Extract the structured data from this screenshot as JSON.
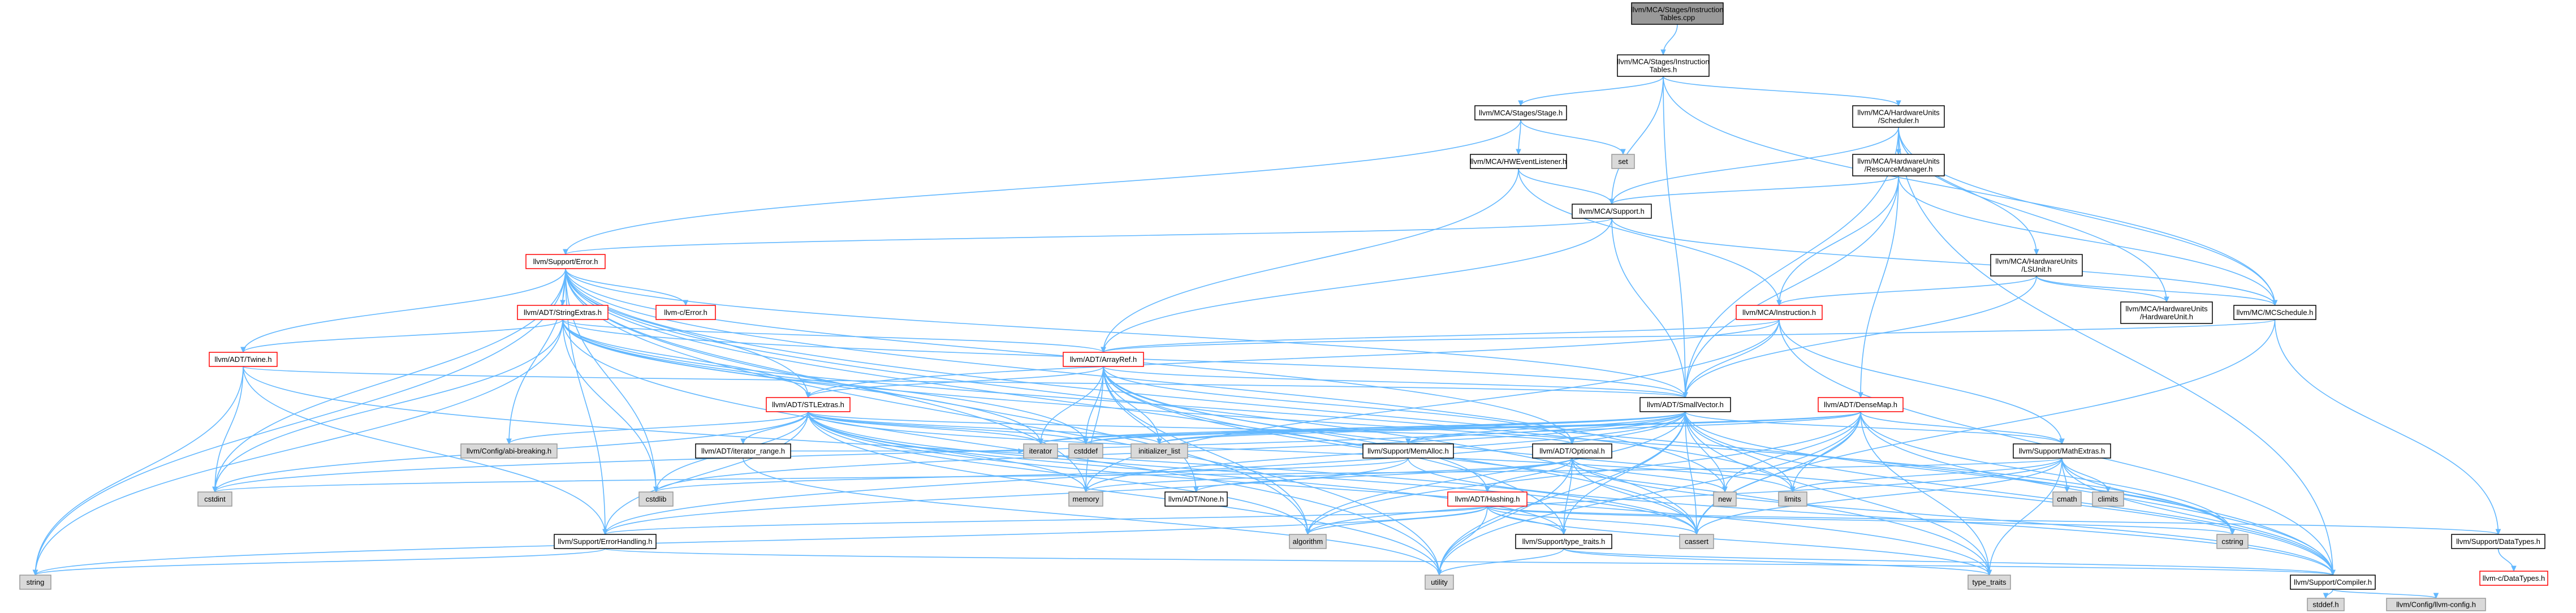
{
  "graph": {
    "colors": {
      "edge": "#63b8ff",
      "node_border": "#000000",
      "red_border": "#ff0000",
      "gray_fill": "#d9d9d9",
      "gray_border": "#999999",
      "root_fill": "#999999",
      "white_fill": "#ffffff"
    },
    "nodes": [
      {
        "id": "root",
        "lines": [
          "llvm/MCA/Stages/Instruction",
          "Tables.cpp"
        ],
        "style": "root"
      },
      {
        "id": "ith",
        "lines": [
          "llvm/MCA/Stages/Instruction",
          "Tables.h"
        ],
        "style": "normal"
      },
      {
        "id": "stage",
        "lines": [
          "llvm/MCA/Stages/Stage.h"
        ],
        "style": "normal"
      },
      {
        "id": "set",
        "lines": [
          "set"
        ],
        "style": "gray"
      },
      {
        "id": "hwel",
        "lines": [
          "llvm/MCA/HWEventListener.h"
        ],
        "style": "normal"
      },
      {
        "id": "sched",
        "lines": [
          "llvm/MCA/HardwareUnits",
          "/Scheduler.h"
        ],
        "style": "normal"
      },
      {
        "id": "rm",
        "lines": [
          "llvm/MCA/HardwareUnits",
          "/ResourceManager.h"
        ],
        "style": "normal"
      },
      {
        "id": "support",
        "lines": [
          "llvm/MCA/Support.h"
        ],
        "style": "normal"
      },
      {
        "id": "lsunit",
        "lines": [
          "llvm/MCA/HardwareUnits",
          "/LSUnit.h"
        ],
        "style": "normal"
      },
      {
        "id": "hwunit",
        "lines": [
          "llvm/MCA/HardwareUnits",
          "/HardwareUnit.h"
        ],
        "style": "normal"
      },
      {
        "id": "mcsched",
        "lines": [
          "llvm/MC/MCSchedule.h"
        ],
        "style": "normal"
      },
      {
        "id": "error",
        "lines": [
          "llvm/Support/Error.h"
        ],
        "style": "red"
      },
      {
        "id": "instr",
        "lines": [
          "llvm/MCA/Instruction.h"
        ],
        "style": "red"
      },
      {
        "id": "strextras",
        "lines": [
          "llvm/ADT/StringExtras.h"
        ],
        "style": "red"
      },
      {
        "id": "cerror",
        "lines": [
          "llvm-c/Error.h"
        ],
        "style": "red"
      },
      {
        "id": "twine",
        "lines": [
          "llvm/ADT/Twine.h"
        ],
        "style": "red"
      },
      {
        "id": "arrayref",
        "lines": [
          "llvm/ADT/ArrayRef.h"
        ],
        "style": "red"
      },
      {
        "id": "stlextras",
        "lines": [
          "llvm/ADT/STLExtras.h"
        ],
        "style": "red"
      },
      {
        "id": "smallvec",
        "lines": [
          "llvm/ADT/SmallVector.h"
        ],
        "style": "normal"
      },
      {
        "id": "densemap",
        "lines": [
          "llvm/ADT/DenseMap.h"
        ],
        "style": "red"
      },
      {
        "id": "abibreak",
        "lines": [
          "llvm/Config/abi-breaking.h"
        ],
        "style": "gray"
      },
      {
        "id": "iterrange",
        "lines": [
          "llvm/ADT/iterator_range.h"
        ],
        "style": "normal"
      },
      {
        "id": "iterator",
        "lines": [
          "iterator"
        ],
        "style": "gray"
      },
      {
        "id": "cstddef",
        "lines": [
          "cstddef"
        ],
        "style": "gray"
      },
      {
        "id": "initlist",
        "lines": [
          "initializer_list"
        ],
        "style": "gray"
      },
      {
        "id": "memalloc",
        "lines": [
          "llvm/Support/MemAlloc.h"
        ],
        "style": "normal"
      },
      {
        "id": "optional",
        "lines": [
          "llvm/ADT/Optional.h"
        ],
        "style": "normal"
      },
      {
        "id": "mathextras",
        "lines": [
          "llvm/Support/MathExtras.h"
        ],
        "style": "normal"
      },
      {
        "id": "cstdint",
        "lines": [
          "cstdint"
        ],
        "style": "gray"
      },
      {
        "id": "cstdlib",
        "lines": [
          "cstdlib"
        ],
        "style": "gray"
      },
      {
        "id": "memory",
        "lines": [
          "memory"
        ],
        "style": "gray"
      },
      {
        "id": "none",
        "lines": [
          "llvm/ADT/None.h"
        ],
        "style": "normal"
      },
      {
        "id": "hashing",
        "lines": [
          "llvm/ADT/Hashing.h"
        ],
        "style": "red"
      },
      {
        "id": "new",
        "lines": [
          "new"
        ],
        "style": "gray"
      },
      {
        "id": "limits",
        "lines": [
          "limits"
        ],
        "style": "gray"
      },
      {
        "id": "cmath",
        "lines": [
          "cmath"
        ],
        "style": "gray"
      },
      {
        "id": "climits",
        "lines": [
          "climits"
        ],
        "style": "gray"
      },
      {
        "id": "errhandling",
        "lines": [
          "llvm/Support/ErrorHandling.h"
        ],
        "style": "normal"
      },
      {
        "id": "algorithm",
        "lines": [
          "algorithm"
        ],
        "style": "gray"
      },
      {
        "id": "typetraitsh",
        "lines": [
          "llvm/Support/type_traits.h"
        ],
        "style": "normal"
      },
      {
        "id": "cassert",
        "lines": [
          "cassert"
        ],
        "style": "gray"
      },
      {
        "id": "cstring",
        "lines": [
          "cstring"
        ],
        "style": "gray"
      },
      {
        "id": "datatypes",
        "lines": [
          "llvm/Support/DataTypes.h"
        ],
        "style": "normal"
      },
      {
        "id": "string",
        "lines": [
          "string"
        ],
        "style": "gray"
      },
      {
        "id": "utility",
        "lines": [
          "utility"
        ],
        "style": "gray"
      },
      {
        "id": "typetraits",
        "lines": [
          "type_traits"
        ],
        "style": "gray"
      },
      {
        "id": "compiler",
        "lines": [
          "llvm/Support/Compiler.h"
        ],
        "style": "normal"
      },
      {
        "id": "cdatatypes",
        "lines": [
          "llvm-c/DataTypes.h"
        ],
        "style": "red"
      },
      {
        "id": "stddef",
        "lines": [
          "stddef.h"
        ],
        "style": "gray"
      },
      {
        "id": "llvmconfig",
        "lines": [
          "llvm/Config/llvm-config.h"
        ],
        "style": "gray"
      }
    ],
    "edges": [
      [
        "root",
        "ith"
      ],
      [
        "ith",
        "stage"
      ],
      [
        "ith",
        "sched"
      ],
      [
        "ith",
        "support"
      ],
      [
        "ith",
        "mcsched"
      ],
      [
        "ith",
        "smallvec"
      ],
      [
        "stage",
        "set"
      ],
      [
        "stage",
        "hwel"
      ],
      [
        "stage",
        "error"
      ],
      [
        "hwel",
        "support"
      ],
      [
        "hwel",
        "instr"
      ],
      [
        "hwel",
        "arrayref"
      ],
      [
        "sched",
        "rm"
      ],
      [
        "sched",
        "support"
      ],
      [
        "sched",
        "lsunit"
      ],
      [
        "sched",
        "hwunit"
      ],
      [
        "sched",
        "mcsched"
      ],
      [
        "sched",
        "smallvec"
      ],
      [
        "sched",
        "compiler"
      ],
      [
        "rm",
        "support"
      ],
      [
        "rm",
        "instr"
      ],
      [
        "rm",
        "mcsched"
      ],
      [
        "rm",
        "densemap"
      ],
      [
        "rm",
        "smallvec"
      ],
      [
        "support",
        "error"
      ],
      [
        "support",
        "arrayref"
      ],
      [
        "support",
        "smallvec"
      ],
      [
        "support",
        "mcsched"
      ],
      [
        "lsunit",
        "hwunit"
      ],
      [
        "lsunit",
        "instr"
      ],
      [
        "lsunit",
        "mcsched"
      ],
      [
        "lsunit",
        "smallvec"
      ],
      [
        "mcsched",
        "datatypes"
      ],
      [
        "mcsched",
        "cassert"
      ],
      [
        "mcsched",
        "arrayref"
      ],
      [
        "instr",
        "arrayref"
      ],
      [
        "instr",
        "smallvec"
      ],
      [
        "instr",
        "mathextras"
      ],
      [
        "instr",
        "compiler"
      ],
      [
        "instr",
        "memory"
      ],
      [
        "instr",
        "stlextras"
      ],
      [
        "error",
        "strextras"
      ],
      [
        "error",
        "cerror"
      ],
      [
        "error",
        "twine"
      ],
      [
        "error",
        "stlextras"
      ],
      [
        "error",
        "smallvec"
      ],
      [
        "error",
        "abibreak"
      ],
      [
        "error",
        "errhandling"
      ],
      [
        "error",
        "typetraitsh"
      ],
      [
        "error",
        "compiler"
      ],
      [
        "error",
        "algorithm"
      ],
      [
        "error",
        "cassert"
      ],
      [
        "error",
        "cstdint"
      ],
      [
        "error",
        "cstdlib"
      ],
      [
        "error",
        "memory"
      ],
      [
        "error",
        "string"
      ],
      [
        "error",
        "utility"
      ],
      [
        "error",
        "new"
      ],
      [
        "error",
        "optional"
      ],
      [
        "strextras",
        "arrayref"
      ],
      [
        "strextras",
        "smallvec"
      ],
      [
        "strextras",
        "twine"
      ],
      [
        "strextras",
        "iterator"
      ],
      [
        "strextras",
        "cstddef"
      ],
      [
        "strextras",
        "cstdint"
      ],
      [
        "strextras",
        "cstdlib"
      ],
      [
        "strextras",
        "cstring"
      ],
      [
        "strextras",
        "string"
      ],
      [
        "strextras",
        "utility"
      ],
      [
        "strextras",
        "limits"
      ],
      [
        "strextras",
        "stlextras"
      ],
      [
        "twine",
        "smallvec"
      ],
      [
        "twine",
        "errhandling"
      ],
      [
        "twine",
        "cassert"
      ],
      [
        "twine",
        "cstdint"
      ],
      [
        "twine",
        "string"
      ],
      [
        "arrayref",
        "hashing"
      ],
      [
        "arrayref",
        "none"
      ],
      [
        "arrayref",
        "smallvec"
      ],
      [
        "arrayref",
        "stlextras"
      ],
      [
        "arrayref",
        "compiler"
      ],
      [
        "arrayref",
        "algorithm"
      ],
      [
        "arrayref",
        "cassert"
      ],
      [
        "arrayref",
        "cstddef"
      ],
      [
        "arrayref",
        "initlist"
      ],
      [
        "arrayref",
        "iterator"
      ],
      [
        "arrayref",
        "memory"
      ],
      [
        "arrayref",
        "typetraits"
      ],
      [
        "arrayref",
        "vector_dummy"
      ],
      [
        "arrayref",
        "optional"
      ],
      [
        "stlextras",
        "abibreak"
      ],
      [
        "stlextras",
        "iterrange"
      ],
      [
        "stlextras",
        "iterator"
      ],
      [
        "stlextras",
        "cstddef"
      ],
      [
        "stlextras",
        "initlist"
      ],
      [
        "stlextras",
        "optional"
      ],
      [
        "stlextras",
        "errhandling"
      ],
      [
        "stlextras",
        "algorithm"
      ],
      [
        "stlextras",
        "cassert"
      ],
      [
        "stlextras",
        "cstdint"
      ],
      [
        "stlextras",
        "cstdlib"
      ],
      [
        "stlextras",
        "limits"
      ],
      [
        "stlextras",
        "memory"
      ],
      [
        "stlextras",
        "utility"
      ],
      [
        "stlextras",
        "typetraits"
      ],
      [
        "stlextras",
        "typetraitsh"
      ],
      [
        "smallvec",
        "compiler"
      ],
      [
        "smallvec",
        "typetraitsh"
      ],
      [
        "smallvec",
        "memalloc"
      ],
      [
        "smallvec",
        "iterator"
      ],
      [
        "smallvec",
        "cstddef"
      ],
      [
        "smallvec",
        "initlist"
      ],
      [
        "smallvec",
        "algorithm"
      ],
      [
        "smallvec",
        "cassert"
      ],
      [
        "smallvec",
        "cstdint"
      ],
      [
        "smallvec",
        "cstdlib"
      ],
      [
        "smallvec",
        "cstring"
      ],
      [
        "smallvec",
        "functional_dummy"
      ],
      [
        "smallvec",
        "limits"
      ],
      [
        "smallvec",
        "memory"
      ],
      [
        "smallvec",
        "new"
      ],
      [
        "smallvec",
        "typetraits"
      ],
      [
        "smallvec",
        "utility"
      ],
      [
        "smallvec",
        "errhandling"
      ],
      [
        "smallvec",
        "mathextras"
      ],
      [
        "densemap",
        "mathextras"
      ],
      [
        "densemap",
        "memalloc"
      ],
      [
        "densemap",
        "compiler"
      ],
      [
        "densemap",
        "iterator"
      ],
      [
        "densemap",
        "cstddef"
      ],
      [
        "densemap",
        "initlist"
      ],
      [
        "densemap",
        "algorithm"
      ],
      [
        "densemap",
        "cassert"
      ],
      [
        "densemap",
        "new"
      ],
      [
        "densemap",
        "utility"
      ],
      [
        "densemap",
        "typetraits"
      ],
      [
        "densemap",
        "limits"
      ],
      [
        "densemap",
        "cstring"
      ],
      [
        "iterrange",
        "utility"
      ],
      [
        "iterrange",
        "iterator"
      ],
      [
        "memalloc",
        "compiler"
      ],
      [
        "memalloc",
        "errhandling"
      ],
      [
        "memalloc",
        "cstdlib"
      ],
      [
        "optional",
        "none"
      ],
      [
        "optional",
        "hashing"
      ],
      [
        "optional",
        "compiler"
      ],
      [
        "optional",
        "typetraitsh"
      ],
      [
        "optional",
        "cassert"
      ],
      [
        "optional",
        "memory"
      ],
      [
        "optional",
        "new"
      ],
      [
        "optional",
        "utility"
      ],
      [
        "mathextras",
        "compiler"
      ],
      [
        "mathextras",
        "algorithm"
      ],
      [
        "mathextras",
        "cassert"
      ],
      [
        "mathextras",
        "climits"
      ],
      [
        "mathextras",
        "cmath"
      ],
      [
        "mathextras",
        "cstdint"
      ],
      [
        "mathextras",
        "cstring"
      ],
      [
        "mathextras",
        "limits"
      ],
      [
        "mathextras",
        "typetraits"
      ],
      [
        "hashing",
        "datatypes"
      ],
      [
        "hashing",
        "errhandling"
      ],
      [
        "hashing",
        "typetraitsh"
      ],
      [
        "hashing",
        "algorithm"
      ],
      [
        "hashing",
        "cassert"
      ],
      [
        "hashing",
        "cstring"
      ],
      [
        "hashing",
        "string"
      ],
      [
        "hashing",
        "utility"
      ],
      [
        "hashing",
        "typetraits"
      ],
      [
        "errhandling",
        "compiler"
      ],
      [
        "errhandling",
        "string"
      ],
      [
        "typetraitsh",
        "compiler"
      ],
      [
        "typetraitsh",
        "typetraits"
      ],
      [
        "typetraitsh",
        "utility"
      ],
      [
        "datatypes",
        "cdatatypes"
      ],
      [
        "compiler",
        "llvmconfig"
      ],
      [
        "compiler",
        "stddef"
      ]
    ]
  }
}
